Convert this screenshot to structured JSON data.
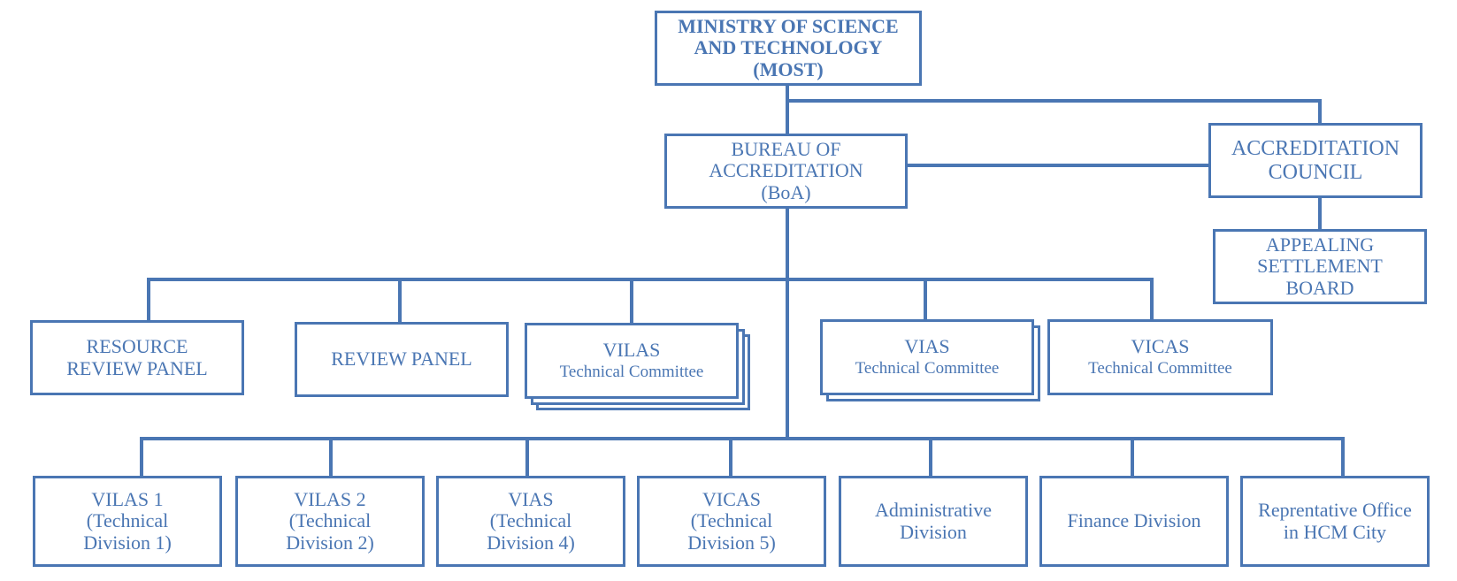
{
  "nodes": {
    "most": [
      "MINISTRY OF SCIENCE",
      "AND TECHNOLOGY",
      "(MOST)"
    ],
    "boa": [
      "BUREAU OF",
      "ACCREDITATION",
      "(BoA)"
    ],
    "council": [
      "ACCREDITATION",
      "COUNCIL"
    ],
    "appeal": [
      "APPEALING",
      "SETTLEMENT",
      "BOARD"
    ],
    "resource_review": [
      "RESOURCE",
      "REVIEW PANEL"
    ],
    "review_panel": [
      "REVIEW PANEL"
    ],
    "vilas_tc": [
      "VILAS",
      "Technical Committee"
    ],
    "vias_tc": [
      "VIAS",
      "Technical Committee"
    ],
    "vicas_tc": [
      "VICAS",
      "Technical Committee"
    ],
    "vilas1": [
      "VILAS 1",
      "(Technical",
      "Division 1)"
    ],
    "vilas2": [
      "VILAS 2",
      "(Technical",
      "Division 2)"
    ],
    "vias": [
      "VIAS",
      "(Technical",
      "Division 4)"
    ],
    "vicas": [
      "VICAS",
      "(Technical",
      "Division 5)"
    ],
    "admin": [
      "Administrative",
      "Division"
    ],
    "finance": [
      "Finance Division"
    ],
    "rep_office": [
      "Reprentative Office",
      "in HCM City"
    ]
  },
  "colors": {
    "line": "#4a76b3",
    "text": "#4a76b3",
    "background": "#ffffff"
  }
}
